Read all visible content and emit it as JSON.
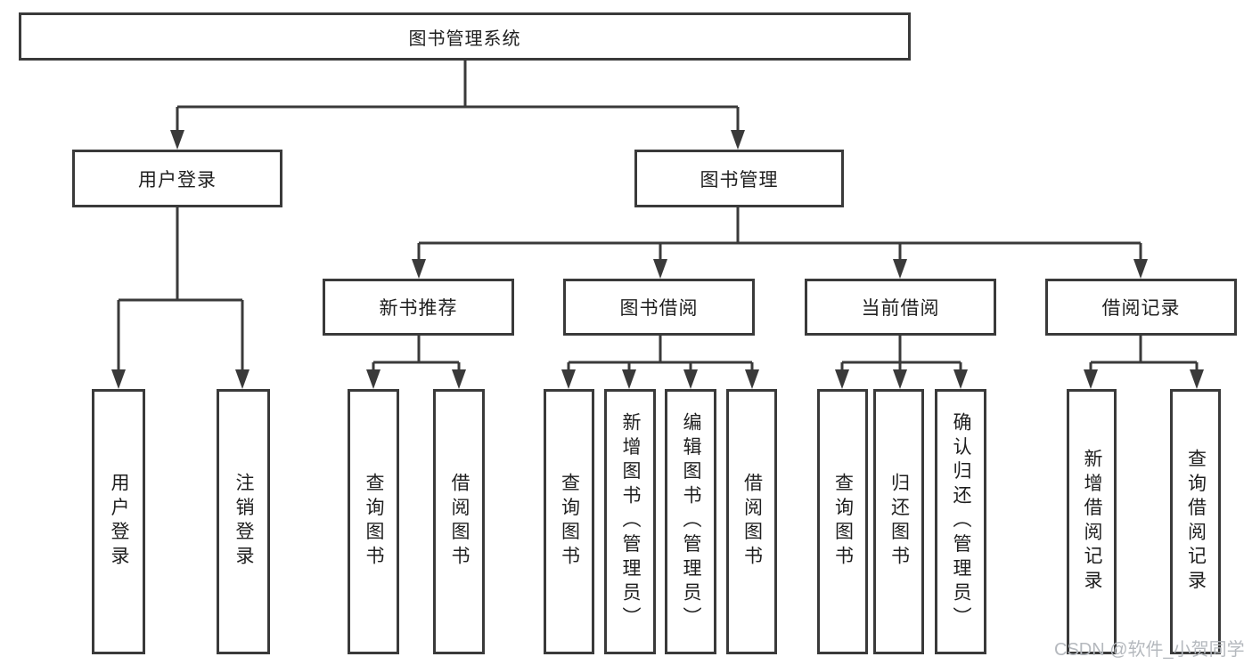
{
  "diagram": {
    "root": {
      "label": "图书管理系统"
    },
    "user_login": {
      "label": "用户登录",
      "children": [
        {
          "label": "用户登录"
        },
        {
          "label": "注销登录"
        }
      ]
    },
    "book_mgmt": {
      "label": "图书管理",
      "sections": [
        {
          "label": "新书推荐",
          "children": [
            {
              "label": "查询图书"
            },
            {
              "label": "借阅图书"
            }
          ]
        },
        {
          "label": "图书借阅",
          "children": [
            {
              "label": "查询图书"
            },
            {
              "label": "新增图书（管理员）"
            },
            {
              "label": "编辑图书（管理员）"
            },
            {
              "label": "借阅图书"
            }
          ]
        },
        {
          "label": "当前借阅",
          "children": [
            {
              "label": "查询图书"
            },
            {
              "label": "归还图书"
            },
            {
              "label": "确认归还（管理员）"
            }
          ]
        },
        {
          "label": "借阅记录",
          "children": [
            {
              "label": "新增借阅记录"
            },
            {
              "label": "查询借阅记录"
            }
          ]
        }
      ]
    }
  },
  "watermark": {
    "text": "CSDN @软件_小贺同学",
    "color": "#b5b9be"
  },
  "colors": {
    "line": "#3a3a3a",
    "box_border": "#3a3a3a",
    "text": "#1f1f1f",
    "background": "#ffffff"
  }
}
